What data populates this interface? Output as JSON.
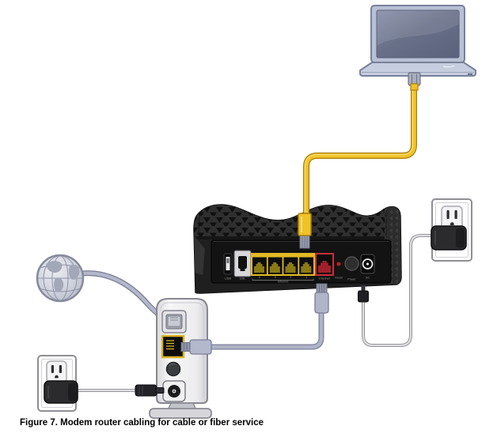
{
  "figure_caption": "Figure 7. Modem router cabling for cable or fiber service",
  "devices": {
    "laptop": {
      "name": "Laptop computer"
    },
    "router": {
      "name": "Modem router rear panel",
      "panel": {
        "usb": "USB",
        "dsl": "DSL",
        "eth_ports": [
          "4",
          "3",
          "2",
          "1"
        ],
        "ethernet_group": "Ethernet",
        "internet": "Internet",
        "reset": "Reset",
        "power": "Power",
        "dc": "DC"
      }
    },
    "modem": {
      "name": "Broadband modem on stand"
    },
    "internet_globe": {
      "name": "Internet (globe)"
    },
    "wall_outlet_router": {
      "name": "Wall outlet with router power adapter"
    },
    "wall_outlet_modem": {
      "name": "Wall outlet with modem power adapter"
    }
  },
  "cables": {
    "yellow_ethernet": {
      "color": "#F1C32B",
      "desc": "Yellow Ethernet cable from router LAN port 1 to laptop"
    },
    "internet_ethernet": {
      "color": "#AEB3C8",
      "desc": "Ethernet cable from router Internet port to modem LAN port"
    },
    "service_line": {
      "color": "#B2B7CB",
      "desc": "Service line from Internet globe to modem"
    },
    "router_power": {
      "color": "#DFDFE1",
      "desc": "Power cord from router DC jack to wall adapter"
    },
    "modem_power": {
      "color": "#DFDFE1",
      "desc": "Power cord from wall adapter to modem DC jack"
    }
  },
  "colors": {
    "router_body": "#272727",
    "ethernet_port_yellow": "#E3BA25",
    "internet_port_red": "#C5313C",
    "modem_body": "#EFEFF2",
    "adapter_black": "#2B2B2D"
  }
}
